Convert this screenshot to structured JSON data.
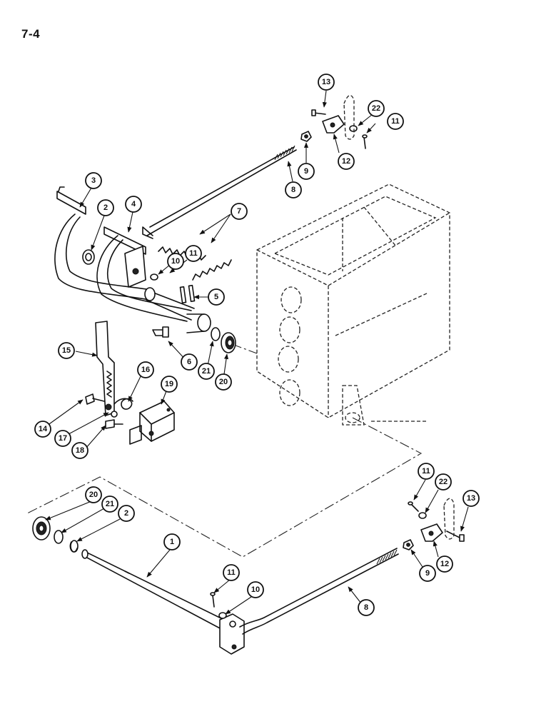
{
  "page_number": "7-4",
  "callouts": [
    {
      "id": "c13a",
      "label": "13"
    },
    {
      "id": "c22a",
      "label": "22"
    },
    {
      "id": "c11a",
      "label": "11"
    },
    {
      "id": "c9a",
      "label": "9"
    },
    {
      "id": "c12a",
      "label": "12"
    },
    {
      "id": "c8a",
      "label": "8"
    },
    {
      "id": "c3",
      "label": "3"
    },
    {
      "id": "c2a",
      "label": "2"
    },
    {
      "id": "c4",
      "label": "4"
    },
    {
      "id": "c7",
      "label": "7"
    },
    {
      "id": "c10a",
      "label": "10"
    },
    {
      "id": "c11b",
      "label": "11"
    },
    {
      "id": "c5",
      "label": "5"
    },
    {
      "id": "c6",
      "label": "6"
    },
    {
      "id": "c21a",
      "label": "21"
    },
    {
      "id": "c20a",
      "label": "20"
    },
    {
      "id": "c15",
      "label": "15"
    },
    {
      "id": "c16",
      "label": "16"
    },
    {
      "id": "c19",
      "label": "19"
    },
    {
      "id": "c14",
      "label": "14"
    },
    {
      "id": "c17",
      "label": "17"
    },
    {
      "id": "c18",
      "label": "18"
    },
    {
      "id": "c20b",
      "label": "20"
    },
    {
      "id": "c21b",
      "label": "21"
    },
    {
      "id": "c2b",
      "label": "2"
    },
    {
      "id": "c1",
      "label": "1"
    },
    {
      "id": "c11c",
      "label": "11"
    },
    {
      "id": "c22b",
      "label": "22"
    },
    {
      "id": "c13b",
      "label": "13"
    },
    {
      "id": "c9b",
      "label": "9"
    },
    {
      "id": "c12b",
      "label": "12"
    },
    {
      "id": "c11d",
      "label": "11"
    },
    {
      "id": "c10b",
      "label": "10"
    },
    {
      "id": "c8b",
      "label": "8"
    }
  ]
}
